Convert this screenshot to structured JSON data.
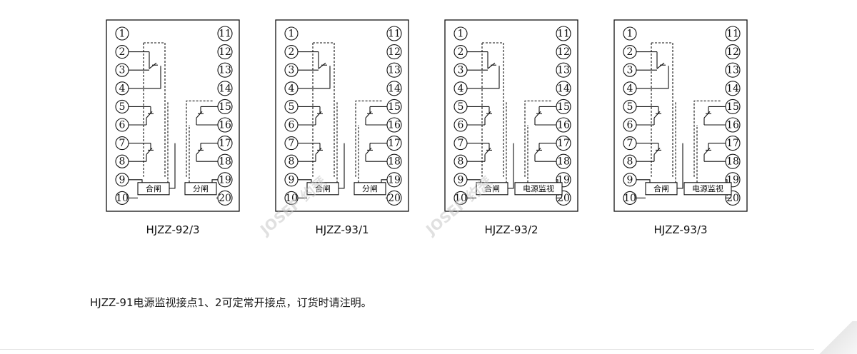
{
  "colors": {
    "line": "#111111",
    "watermark": "#c8c8c8"
  },
  "watermark": "JOSEF 约瑟",
  "note": "HJZZ-91电源监视接点1、2可定常开接点，订货时请注明。",
  "diagrams": [
    {
      "model": "HJZZ-92/3",
      "left_terminals": [
        "1",
        "2",
        "3",
        "4",
        "5",
        "6",
        "7",
        "8",
        "9",
        "10"
      ],
      "right_terminals": [
        "11",
        "12",
        "13",
        "14",
        "15",
        "16",
        "17",
        "18",
        "19",
        "20"
      ],
      "left_coil": "合闸",
      "right_coil": "分闸"
    },
    {
      "model": "HJZZ-93/1",
      "left_terminals": [
        "1",
        "2",
        "3",
        "4",
        "5",
        "6",
        "7",
        "8",
        "9",
        "10"
      ],
      "right_terminals": [
        "11",
        "12",
        "13",
        "14",
        "15",
        "16",
        "17",
        "18",
        "19",
        "20"
      ],
      "left_coil": "合闸",
      "right_coil": "分闸"
    },
    {
      "model": "HJZZ-93/2",
      "left_terminals": [
        "1",
        "2",
        "3",
        "4",
        "5",
        "6",
        "7",
        "8",
        "9",
        "10"
      ],
      "right_terminals": [
        "11",
        "12",
        "13",
        "14",
        "15",
        "16",
        "17",
        "18",
        "19",
        "20"
      ],
      "left_coil": "合闸",
      "right_coil": "电源监视"
    },
    {
      "model": "HJZZ-93/3",
      "left_terminals": [
        "1",
        "2",
        "3",
        "4",
        "5",
        "6",
        "7",
        "8",
        "9",
        "10"
      ],
      "right_terminals": [
        "11",
        "12",
        "13",
        "14",
        "15",
        "16",
        "17",
        "18",
        "19",
        "20"
      ],
      "left_coil": "合闸",
      "right_coil": "电源监视"
    }
  ]
}
